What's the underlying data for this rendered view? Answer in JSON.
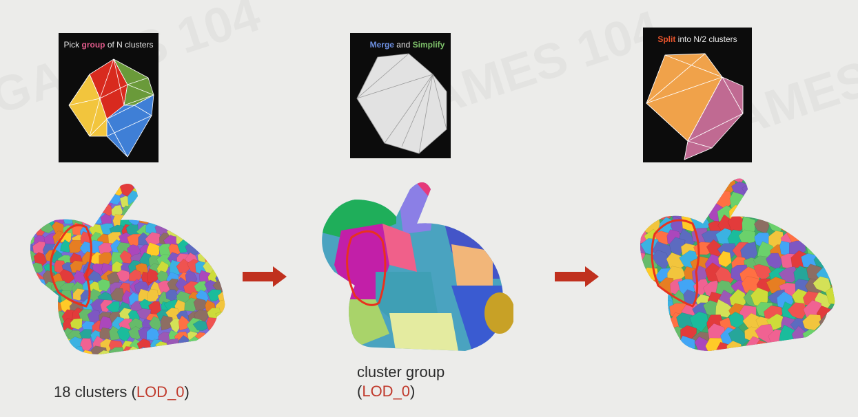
{
  "panels": {
    "pick": {
      "prefix": "Pick ",
      "highlight": "group",
      "suffix": " of N clusters",
      "highlight_color": "#e05a8a"
    },
    "merge": {
      "word1": "Merge",
      "mid": " and ",
      "word2": "Simplify",
      "word1_color": "#6c8fe0",
      "word2_color": "#7ec26a"
    },
    "split": {
      "highlight": "Split",
      "suffix": " into N/2 clusters",
      "highlight_color": "#e8542c"
    }
  },
  "labels": {
    "left": {
      "text": "18 clusters (",
      "lod": "LOD_0",
      "close": ")"
    },
    "middle": {
      "line1": "cluster group",
      "open": "(",
      "lod": "LOD_0",
      "close": ")"
    }
  },
  "colors": {
    "lod_accent": "#c0392b",
    "arrow": "#c0301e",
    "outline": "#e8321e"
  },
  "watermark": "GAMES 104"
}
